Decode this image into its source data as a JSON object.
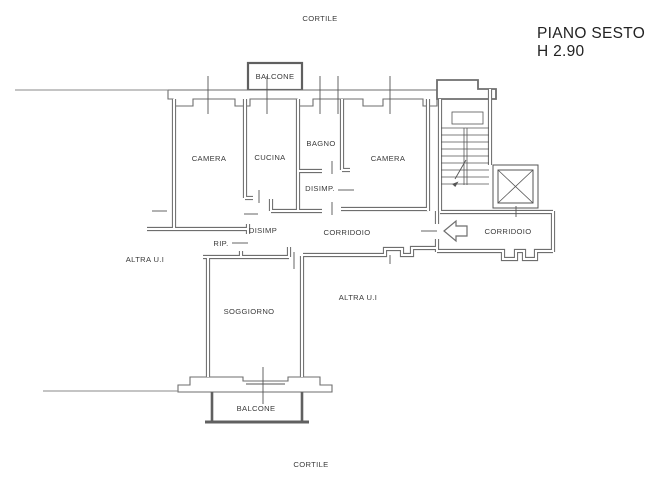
{
  "header": {
    "title_line1": "PIANO SESTO",
    "title_line2": "H 2.90"
  },
  "labels": {
    "cortile_top": "CORTILE",
    "cortile_bottom": "CORTILE",
    "balcone_top": "BALCONE",
    "balcone_bottom": "BALCONE",
    "camera_left": "CAMERA",
    "cucina": "CUCINA",
    "bagno": "BAGNO",
    "disimp_center": "DISIMP.",
    "camera_right": "CAMERA",
    "disimp_left": "DISIMP",
    "rip": "RIP.",
    "corridoio_main": "CORRIDOIO",
    "corridoio_entrance": "CORRIDOIO",
    "altra_ui_left": "ALTRA U.I",
    "altra_ui_right": "ALTRA U.I",
    "soggiorno": "SOGGIORNO"
  },
  "icons": {
    "stairs": "stairs-with-down-arrow",
    "elevator": "elevator-crossed-box",
    "entrance": "entrance-arrow-left"
  },
  "colors": {
    "wall": "#6e6e6e",
    "thin": "#8a8a8a",
    "detail": "#555555",
    "balcony": "#606060",
    "text": "#3a3a3a",
    "title": "#222222",
    "bg": "#ffffff"
  }
}
